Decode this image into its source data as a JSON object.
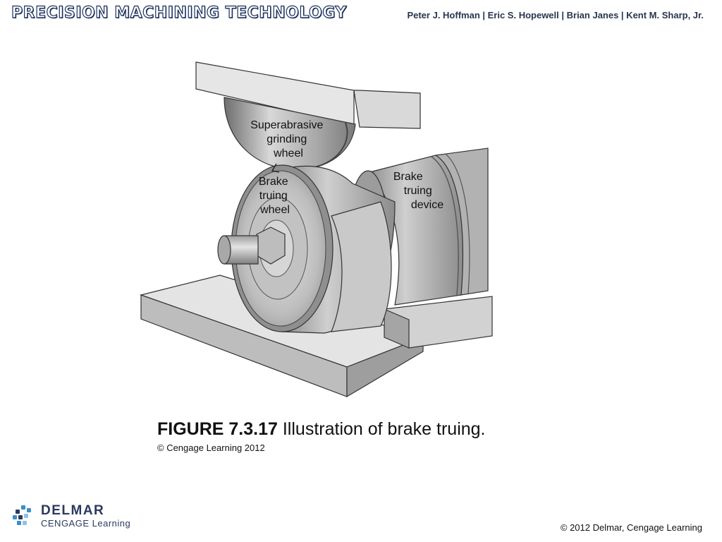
{
  "header": {
    "book_title": "PRECISION MACHINING TECHNOLOGY",
    "authors": "Peter J. Hoffman | Eric S. Hopewell | Brian Janes | Kent M. Sharp, Jr."
  },
  "figure": {
    "labels": {
      "grinding_wheel": [
        "Superabrasive",
        "grinding",
        "wheel"
      ],
      "truing_wheel": [
        "Brake",
        "truing",
        "wheel"
      ],
      "truing_device": [
        "Brake",
        "truing",
        "device"
      ]
    },
    "caption_number": "FIGURE 7.3.17",
    "caption_text": "Illustration of brake truing.",
    "credit": "© Cengage Learning 2012"
  },
  "footer": {
    "logo_brand": "DELMAR",
    "logo_sub": "CENGAGE Learning",
    "copyright": "© 2012 Delmar, Cengage Learning"
  },
  "colors": {
    "title_outline": "#1b2f5a",
    "logo_blue": "#2a3a5e",
    "logo_accent": "#3c8fc5"
  }
}
